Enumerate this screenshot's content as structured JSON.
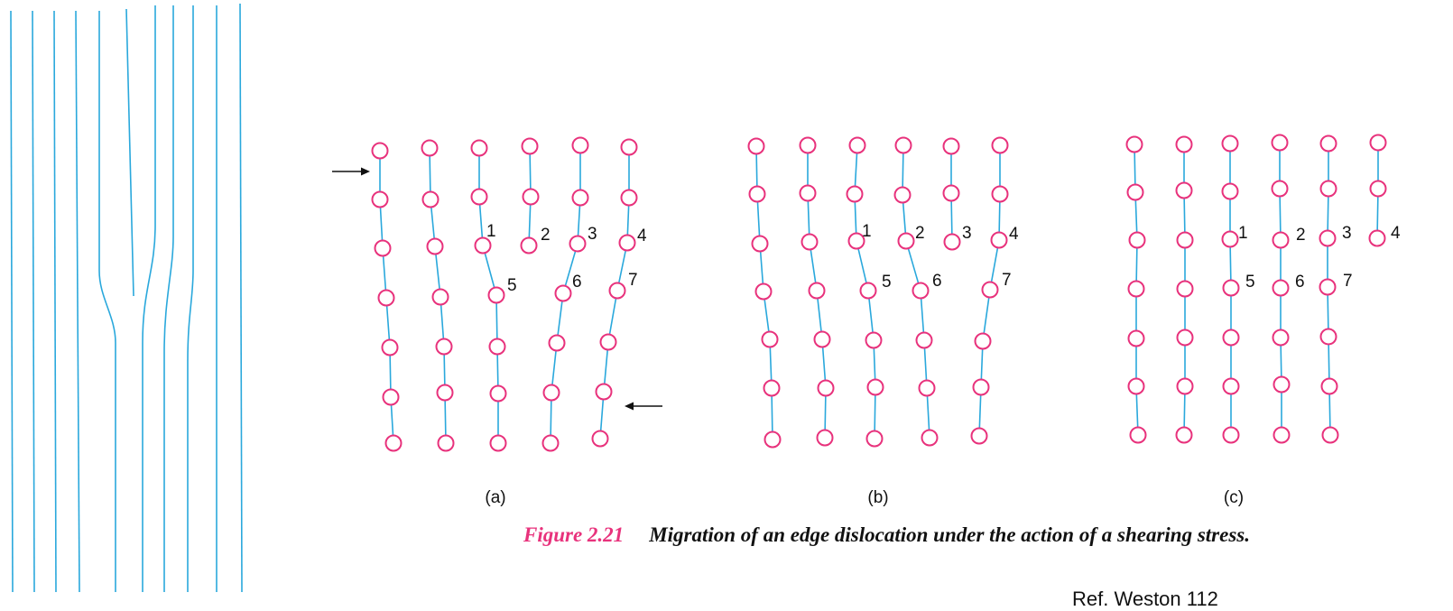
{
  "figure": {
    "number": "Figure 2.21",
    "caption": "Migration of an edge dislocation under the action of a shearing stress."
  },
  "panels": [
    {
      "label": "(a)",
      "site_numbers": [
        "1",
        "2",
        "3",
        "4",
        "5",
        "6",
        "7"
      ]
    },
    {
      "label": "(b)",
      "site_numbers": [
        "1",
        "2",
        "3",
        "4",
        "5",
        "6",
        "7"
      ]
    },
    {
      "label": "(c)",
      "site_numbers": [
        "1",
        "2",
        "3",
        "4",
        "5",
        "6",
        "7"
      ]
    }
  ],
  "reference": "Ref. Weston 112",
  "colors": {
    "atom": "#e8327c",
    "bond": "#2aa8dc",
    "caption_number": "#e8327c"
  }
}
